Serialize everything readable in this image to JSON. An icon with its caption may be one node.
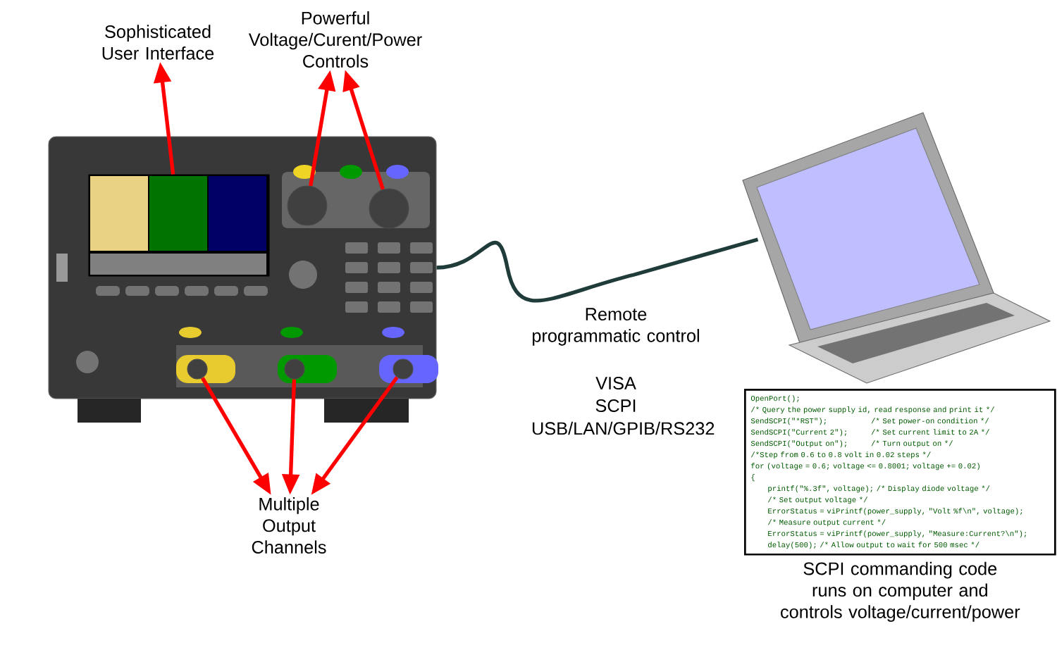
{
  "diagram": {
    "nodes": [
      {
        "text": [
          "Sophisticated User Interface"
        ]
      },
      {
        "text": [
          "Powerful Voltage/Curent/Power Controls"
        ]
      },
      {
        "text": [
          "Multiple Output Channels"
        ]
      },
      {
        "text": [],
        "shape": "picture"
      },
      {
        "text": [],
        "shape": "box",
        "in": 3
      },
      {
        "text": [],
        "shape": "circle",
        "in": 3
      },
      {
        "text": [],
        "shape": "circle",
        "in": 3
      },
      {
        "text": [],
        "shape": "circle",
        "in": 3
      },
      {
        "text": [],
        "shape": "circle",
        "in": 3
      },
      {
        "text": [],
        "shape": "circle",
        "in": 3
      },
      {
        "text": [],
        "shape": "picture"
      },
      {
        "text": [
          "OpenPort();",
          "/* Query the power supply id, read response and print it */",
          "SendSCPI(\"*RST\");",
          "/* Set power-on condition */",
          "SendSCPI(\"Current 2\");",
          "/* Set current limit to 2A */",
          "SendSCPI(\"Output on\");",
          "/* Turn output on */",
          "/*Step from 0.6 to 0.8 volt in 0.02 steps */",
          "for (voltage = 0.6; voltage <= 0.8001; voltage += 0.02)",
          "{",
          "printf(\"%.3f\", voltage); /* Display diode voltage */",
          "/* Set output voltage */",
          "ErrorStatus = viPrintf(power_supply, \"Volt %f\\n\", voltage);",
          "/* Measure output current */",
          "ErrorStatus = viPrintf(power_supply, \"Measure:Current?\\n\");",
          "delay(500); /* Allow output to wait for 500 msec */"
        ],
        "beside": [
          "SCPI commanding code runs on computer and controls voltage/current/power"
        ]
      }
    ],
    "edges": [
      {
        "from": 4,
        "to": 0,
        "arrow": "to"
      },
      {
        "from": 5,
        "to": 1,
        "arrow": "to"
      },
      {
        "from": 6,
        "to": 1,
        "arrow": "to"
      },
      {
        "from": 7,
        "to": 2,
        "arrow": "to"
      },
      {
        "from": 8,
        "to": 2,
        "arrow": "to"
      },
      {
        "from": 9,
        "to": 2,
        "arrow": "to"
      },
      {
        "from": 3,
        "to": 10,
        "arrow": "none",
        "color": "#1f3b3a"
      }
    ],
    "labels": [
      "Remote programmatic control",
      "VISA",
      "SCPI",
      "USB/LAN/GPIB/RS232"
    ]
  }
}
